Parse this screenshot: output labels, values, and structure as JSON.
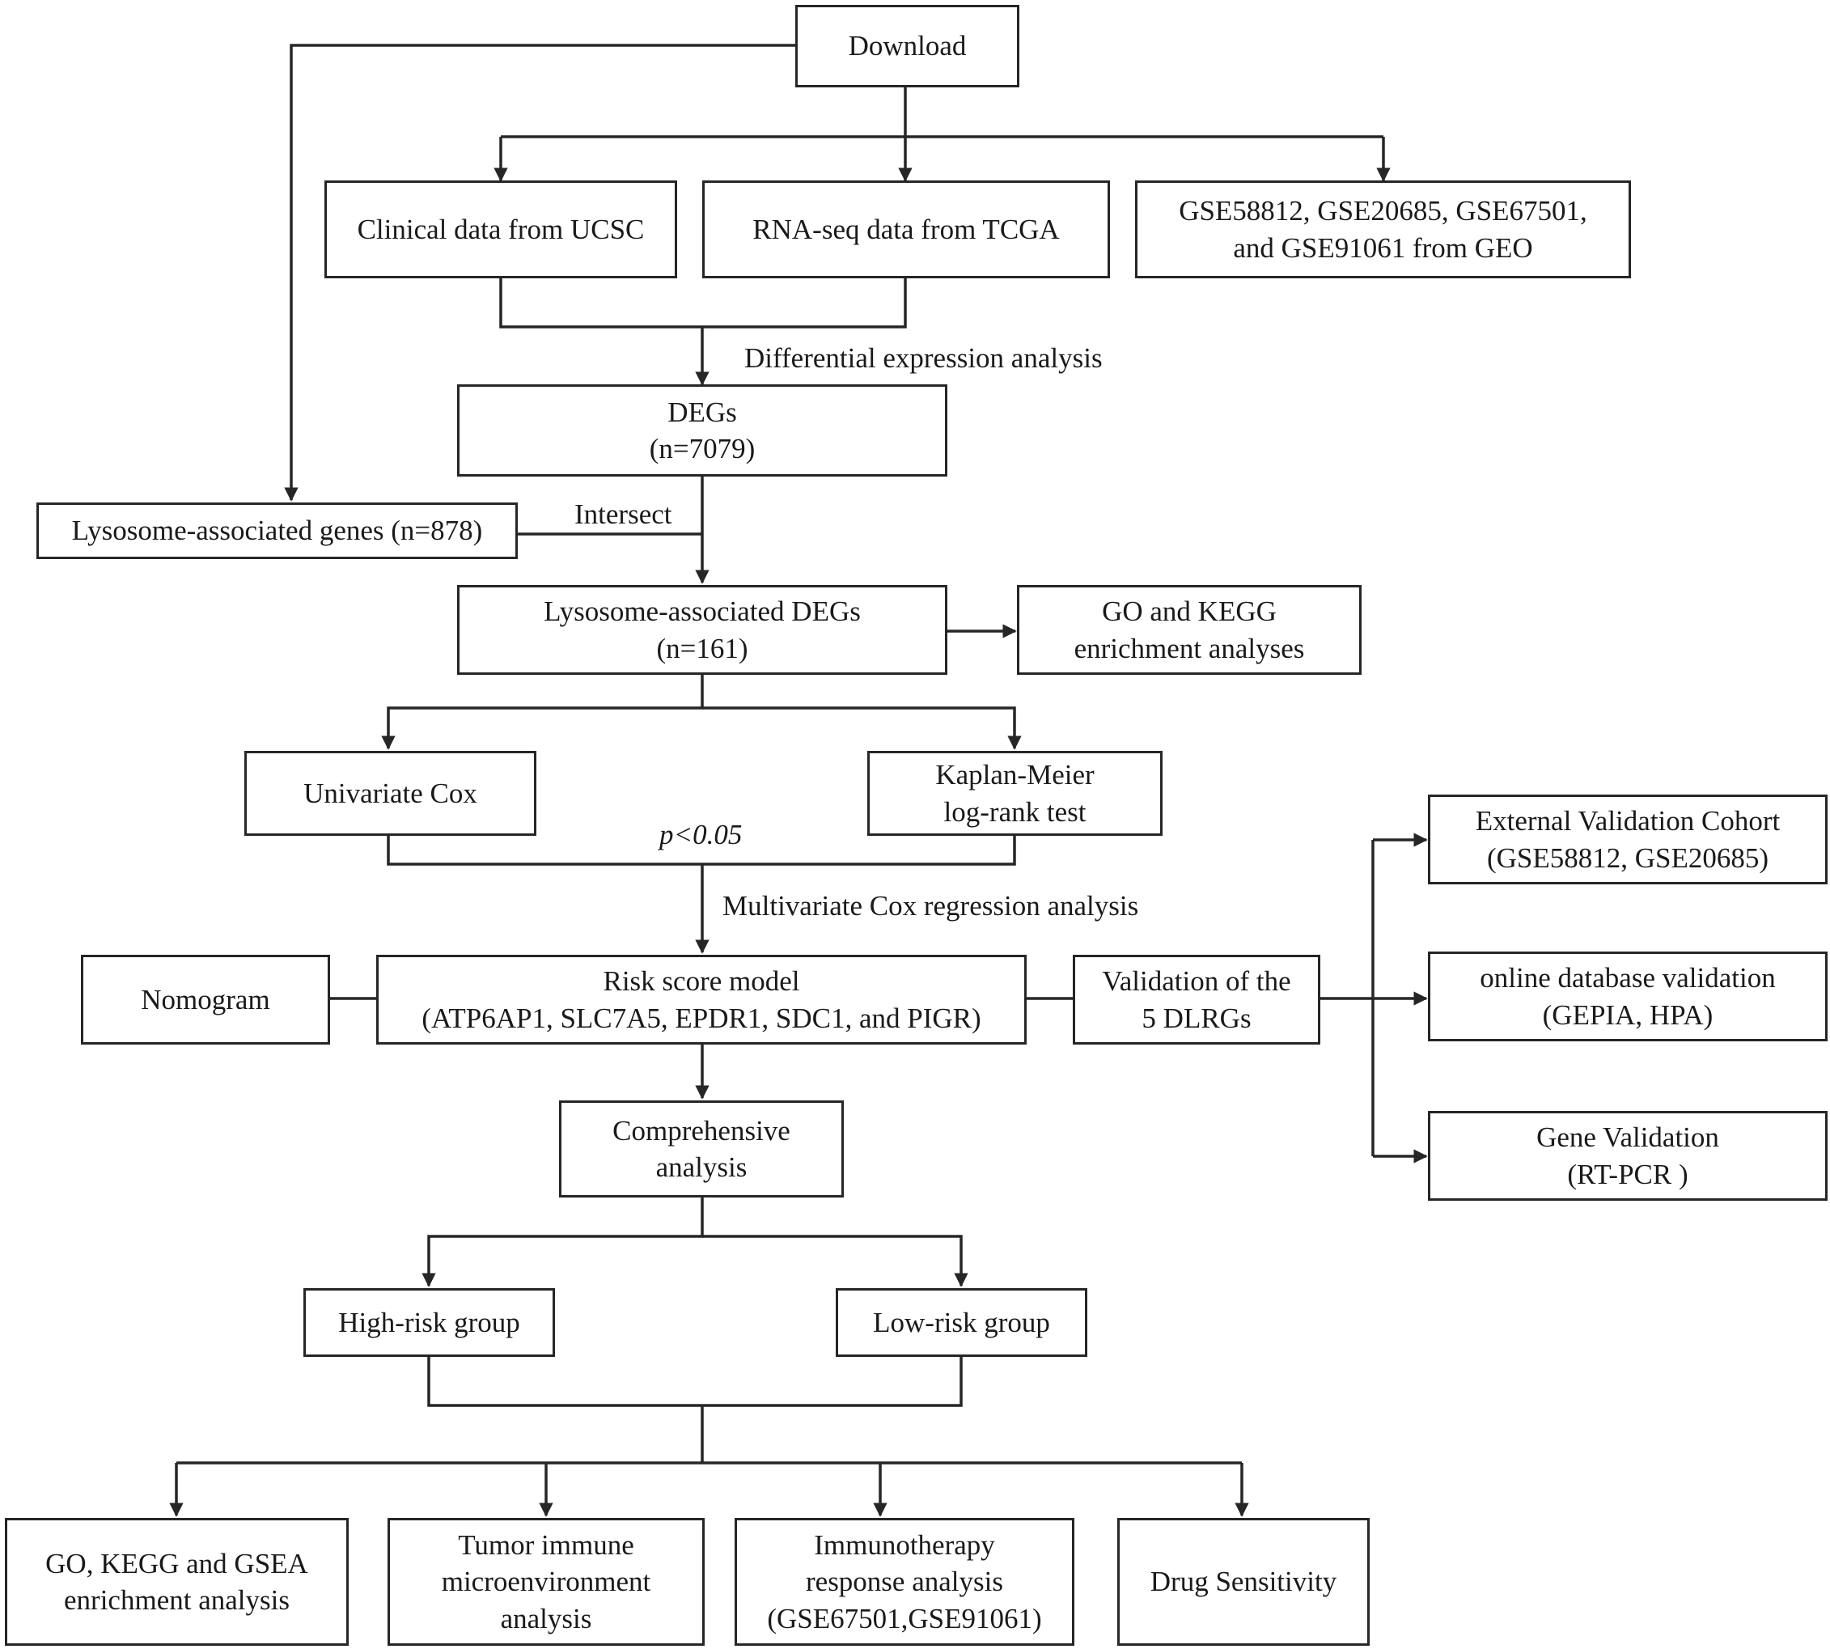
{
  "nodes": {
    "download": [
      "Download"
    ],
    "clinical": [
      "Clinical data from UCSC"
    ],
    "rnaseq": [
      "RNA-seq data from TCGA"
    ],
    "geo": [
      "GSE58812, GSE20685, GSE67501,",
      "and GSE91061 from GEO"
    ],
    "degs": [
      "DEGs",
      "(n=7079)"
    ],
    "lysosome_genes": [
      "Lysosome-associated genes (n=878)"
    ],
    "lysosome_degs": [
      "Lysosome-associated DEGs",
      "(n=161)"
    ],
    "go_kegg": [
      "GO and KEGG",
      "enrichment analyses"
    ],
    "univariate": [
      "Univariate Cox"
    ],
    "km": [
      "Kaplan-Meier",
      "log-rank test"
    ],
    "nomogram": [
      "Nomogram"
    ],
    "risk_model": [
      "Risk score model",
      "(ATP6AP1, SLC7A5, EPDR1, SDC1, and PIGR)"
    ],
    "validation5": [
      "Validation of the",
      "5 DLRGs"
    ],
    "external": [
      "External Validation Cohort",
      "(GSE58812, GSE20685)"
    ],
    "online": [
      "online database validation",
      "(GEPIA, HPA)"
    ],
    "gene_val": [
      "Gene Validation",
      "(RT-PCR )"
    ],
    "comprehensive": [
      "Comprehensive",
      "analysis"
    ],
    "high_risk": [
      "High-risk group"
    ],
    "low_risk": [
      "Low-risk group"
    ],
    "go_gsea": [
      "GO, KEGG and GSEA",
      "enrichment analysis"
    ],
    "tumor_immune": [
      "Tumor immune",
      "microenvironment",
      "analysis"
    ],
    "immunotherapy": [
      "Immunotherapy",
      "response analysis",
      "(GSE67501,GSE91061)"
    ],
    "drug": [
      "Drug Sensitivity"
    ]
  },
  "edge_labels": {
    "differential": "Differential expression analysis",
    "intersect": "Intersect",
    "pvalue": "p<0.05",
    "multivariate": "Multivariate Cox regression analysis"
  },
  "colors": {
    "stroke": "#262626",
    "text": "#1a1a1a",
    "background": "#ffffff"
  }
}
